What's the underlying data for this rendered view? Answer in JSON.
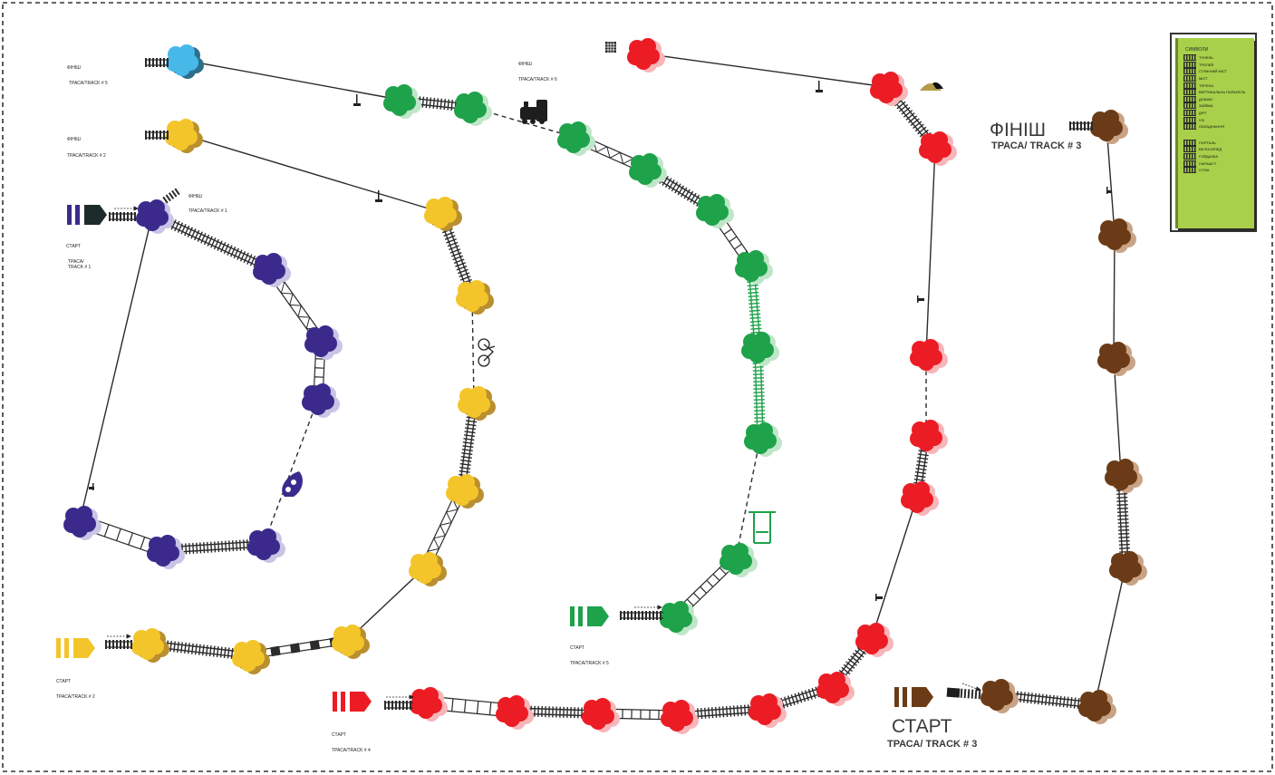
{
  "colors": {
    "purple": "#3b2a8c",
    "purple_shadow": "#c9c5e6",
    "yellow": "#f3c52a",
    "yellow_shadow": "#b98f2f",
    "green": "#1ea24a",
    "green_shadow": "#bfe6c9",
    "red": "#ec1c24",
    "red_shadow": "#f7b6b9",
    "brown": "#6a3b16",
    "brown_shadow": "#c9a386",
    "blue": "#47b9e9",
    "blue_shadow": "#2d6f8d",
    "track": "#2b2b2b",
    "legend_bg": "#a8d04a"
  },
  "labels": {
    "finish_big": "ФІНІШ",
    "finish_track3": "ТРАСА/ TRACK # 3",
    "start_big": "СТАРТ",
    "start_track3": "ТРАСА/ TRACK # 3",
    "finish_small_1": "ФІНІШ",
    "track_small_1": "ТРАСА/TRACK # 5",
    "finish_small_2": "ФІНІШ",
    "track_small_2": "ТРАСА/TRACK # 2",
    "finish_small_3": "ФІНІШ",
    "track_small_3": "ТРАСА/TRACK # 1",
    "finish_small_4": "ФІНІШ",
    "track_small_4": "ТРАСА/TRACK # 6",
    "start_small_purple": "СТАРТ",
    "track_small_purple_a": "ТРАСА/",
    "track_small_purple_b": "TRACK # 1",
    "start_small_yellow": "СТАРТ",
    "track_small_yellow": "ТРАСА/TRACK # 2",
    "start_small_green": "СТАРТ",
    "track_small_green": "ТРАСА/TRACK # 5",
    "start_small_red": "СТАРТ",
    "track_small_red": "ТРАСА/TRACK # 4"
  },
  "legend": {
    "title": "СИМВОЛИ",
    "items": [
      "ТУНЕЛЬ",
      "ТРОЛЕЙ",
      "СТЯЖНИЙ МІСТ",
      "МІСТ",
      "ТЕРЕНА",
      "ВЕРТИКАЛЬНА ПАРАЛЕЛЬ",
      "ДОШКИ",
      "ЗАЙВКА",
      "ДРІТ",
      "УЗІ",
      "ОБЛАДНАННЯ"
    ],
    "items2": [
      "ПОРТАЛЬ",
      "ВЕЛОСИПЕД",
      "ГОЙДАЛКА",
      "ПАРАШУТ",
      "СІТКА"
    ]
  }
}
